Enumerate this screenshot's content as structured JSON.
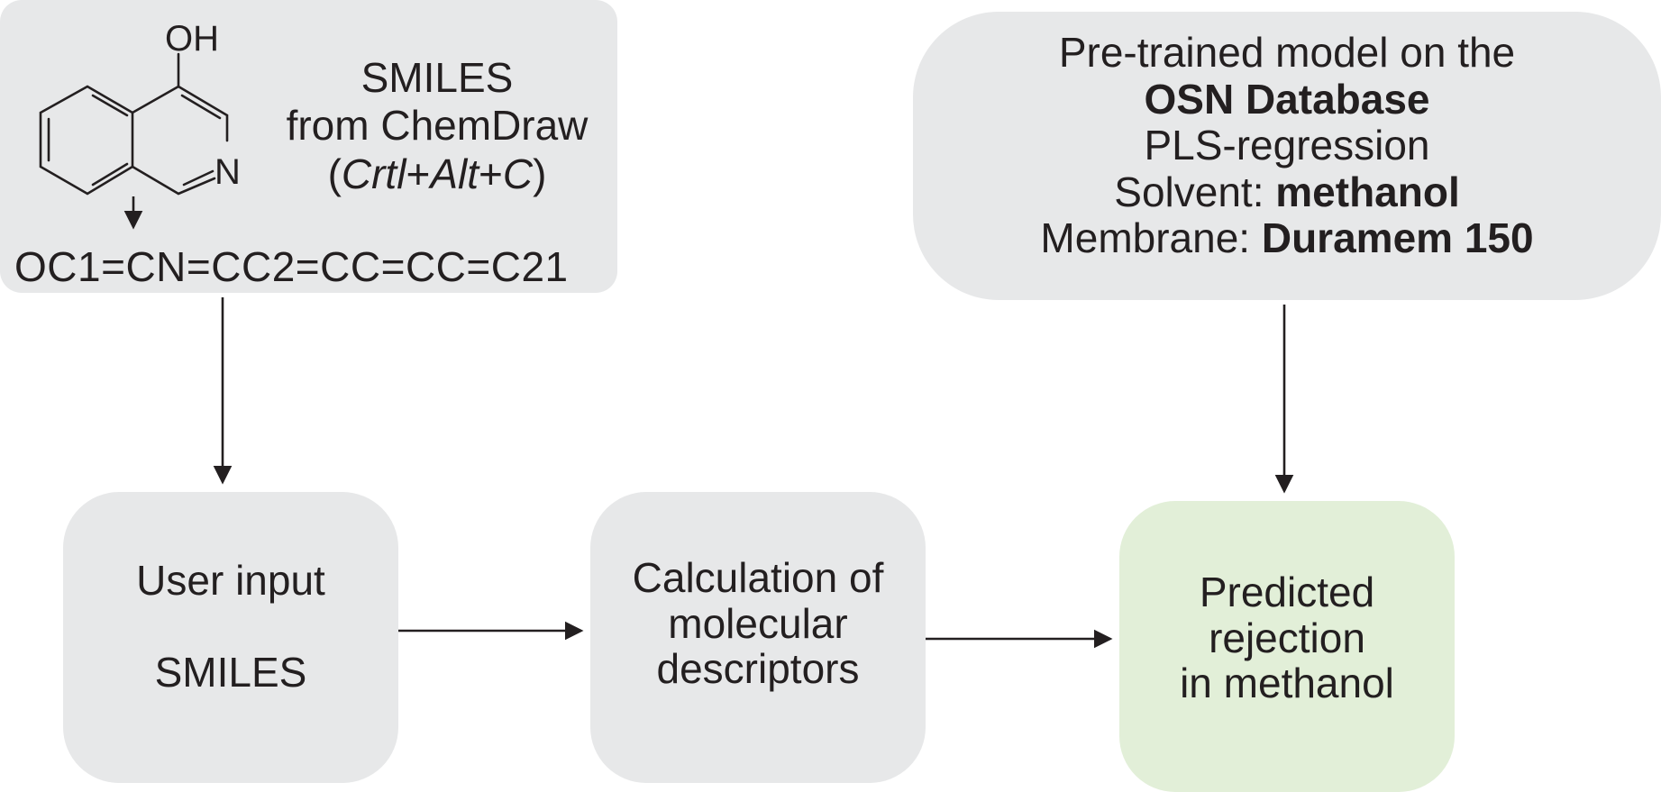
{
  "chemdraw_box": {
    "atom_oh": "OH",
    "atom_n": "N",
    "title": "SMILES",
    "source": "from ChemDraw",
    "shortcut_open": "(",
    "shortcut_key1": "Crtl",
    "shortcut_plus1": "+",
    "shortcut_key2": "Alt",
    "shortcut_plus2": "+",
    "shortcut_key3": "C",
    "shortcut_close": ")",
    "smiles_string": "OC1=CN=CC2=CC=CC=C21"
  },
  "model_box": {
    "line1": "Pre-trained model on the",
    "line2": "OSN Database",
    "line3": "PLS-regression",
    "solvent_label": "Solvent: ",
    "solvent_value": "methanol",
    "membrane_label": "Membrane: ",
    "membrane_value": "Duramem 150"
  },
  "user_input_box": {
    "line1": "User input",
    "line2": "SMILES"
  },
  "descriptor_box": {
    "line1": "Calculation of",
    "line2": "molecular",
    "line3": "descriptors"
  },
  "prediction_box": {
    "line1": "Predicted",
    "line2": "rejection",
    "line3": "in methanol"
  },
  "colors": {
    "box_gray": "#e7e8e9",
    "box_green": "#e2efd8",
    "ink": "#231f20"
  }
}
